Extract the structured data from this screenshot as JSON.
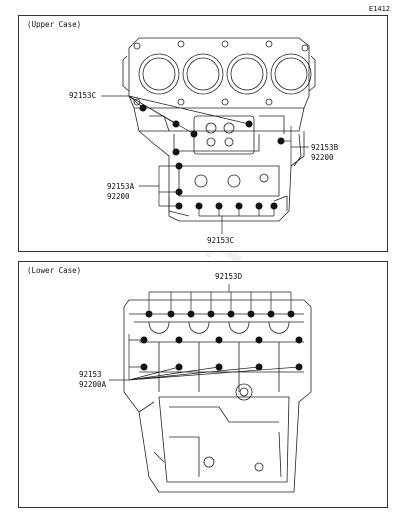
{
  "diagram_code": "E1412",
  "upper_panel": {
    "title": "(Upper Case)",
    "labels": {
      "l1": "92153C",
      "l2a": "92153B",
      "l2b": "92200",
      "l3a": "92153A",
      "l3b": "92200",
      "l4": "92153C"
    }
  },
  "lower_panel": {
    "title": "(Lower Case)",
    "labels": {
      "l1": "92153D",
      "l2a": "92153",
      "l2b": "92200A"
    }
  },
  "watermark": {
    "line1": "PARTSS",
    "line2": ".COM"
  }
}
